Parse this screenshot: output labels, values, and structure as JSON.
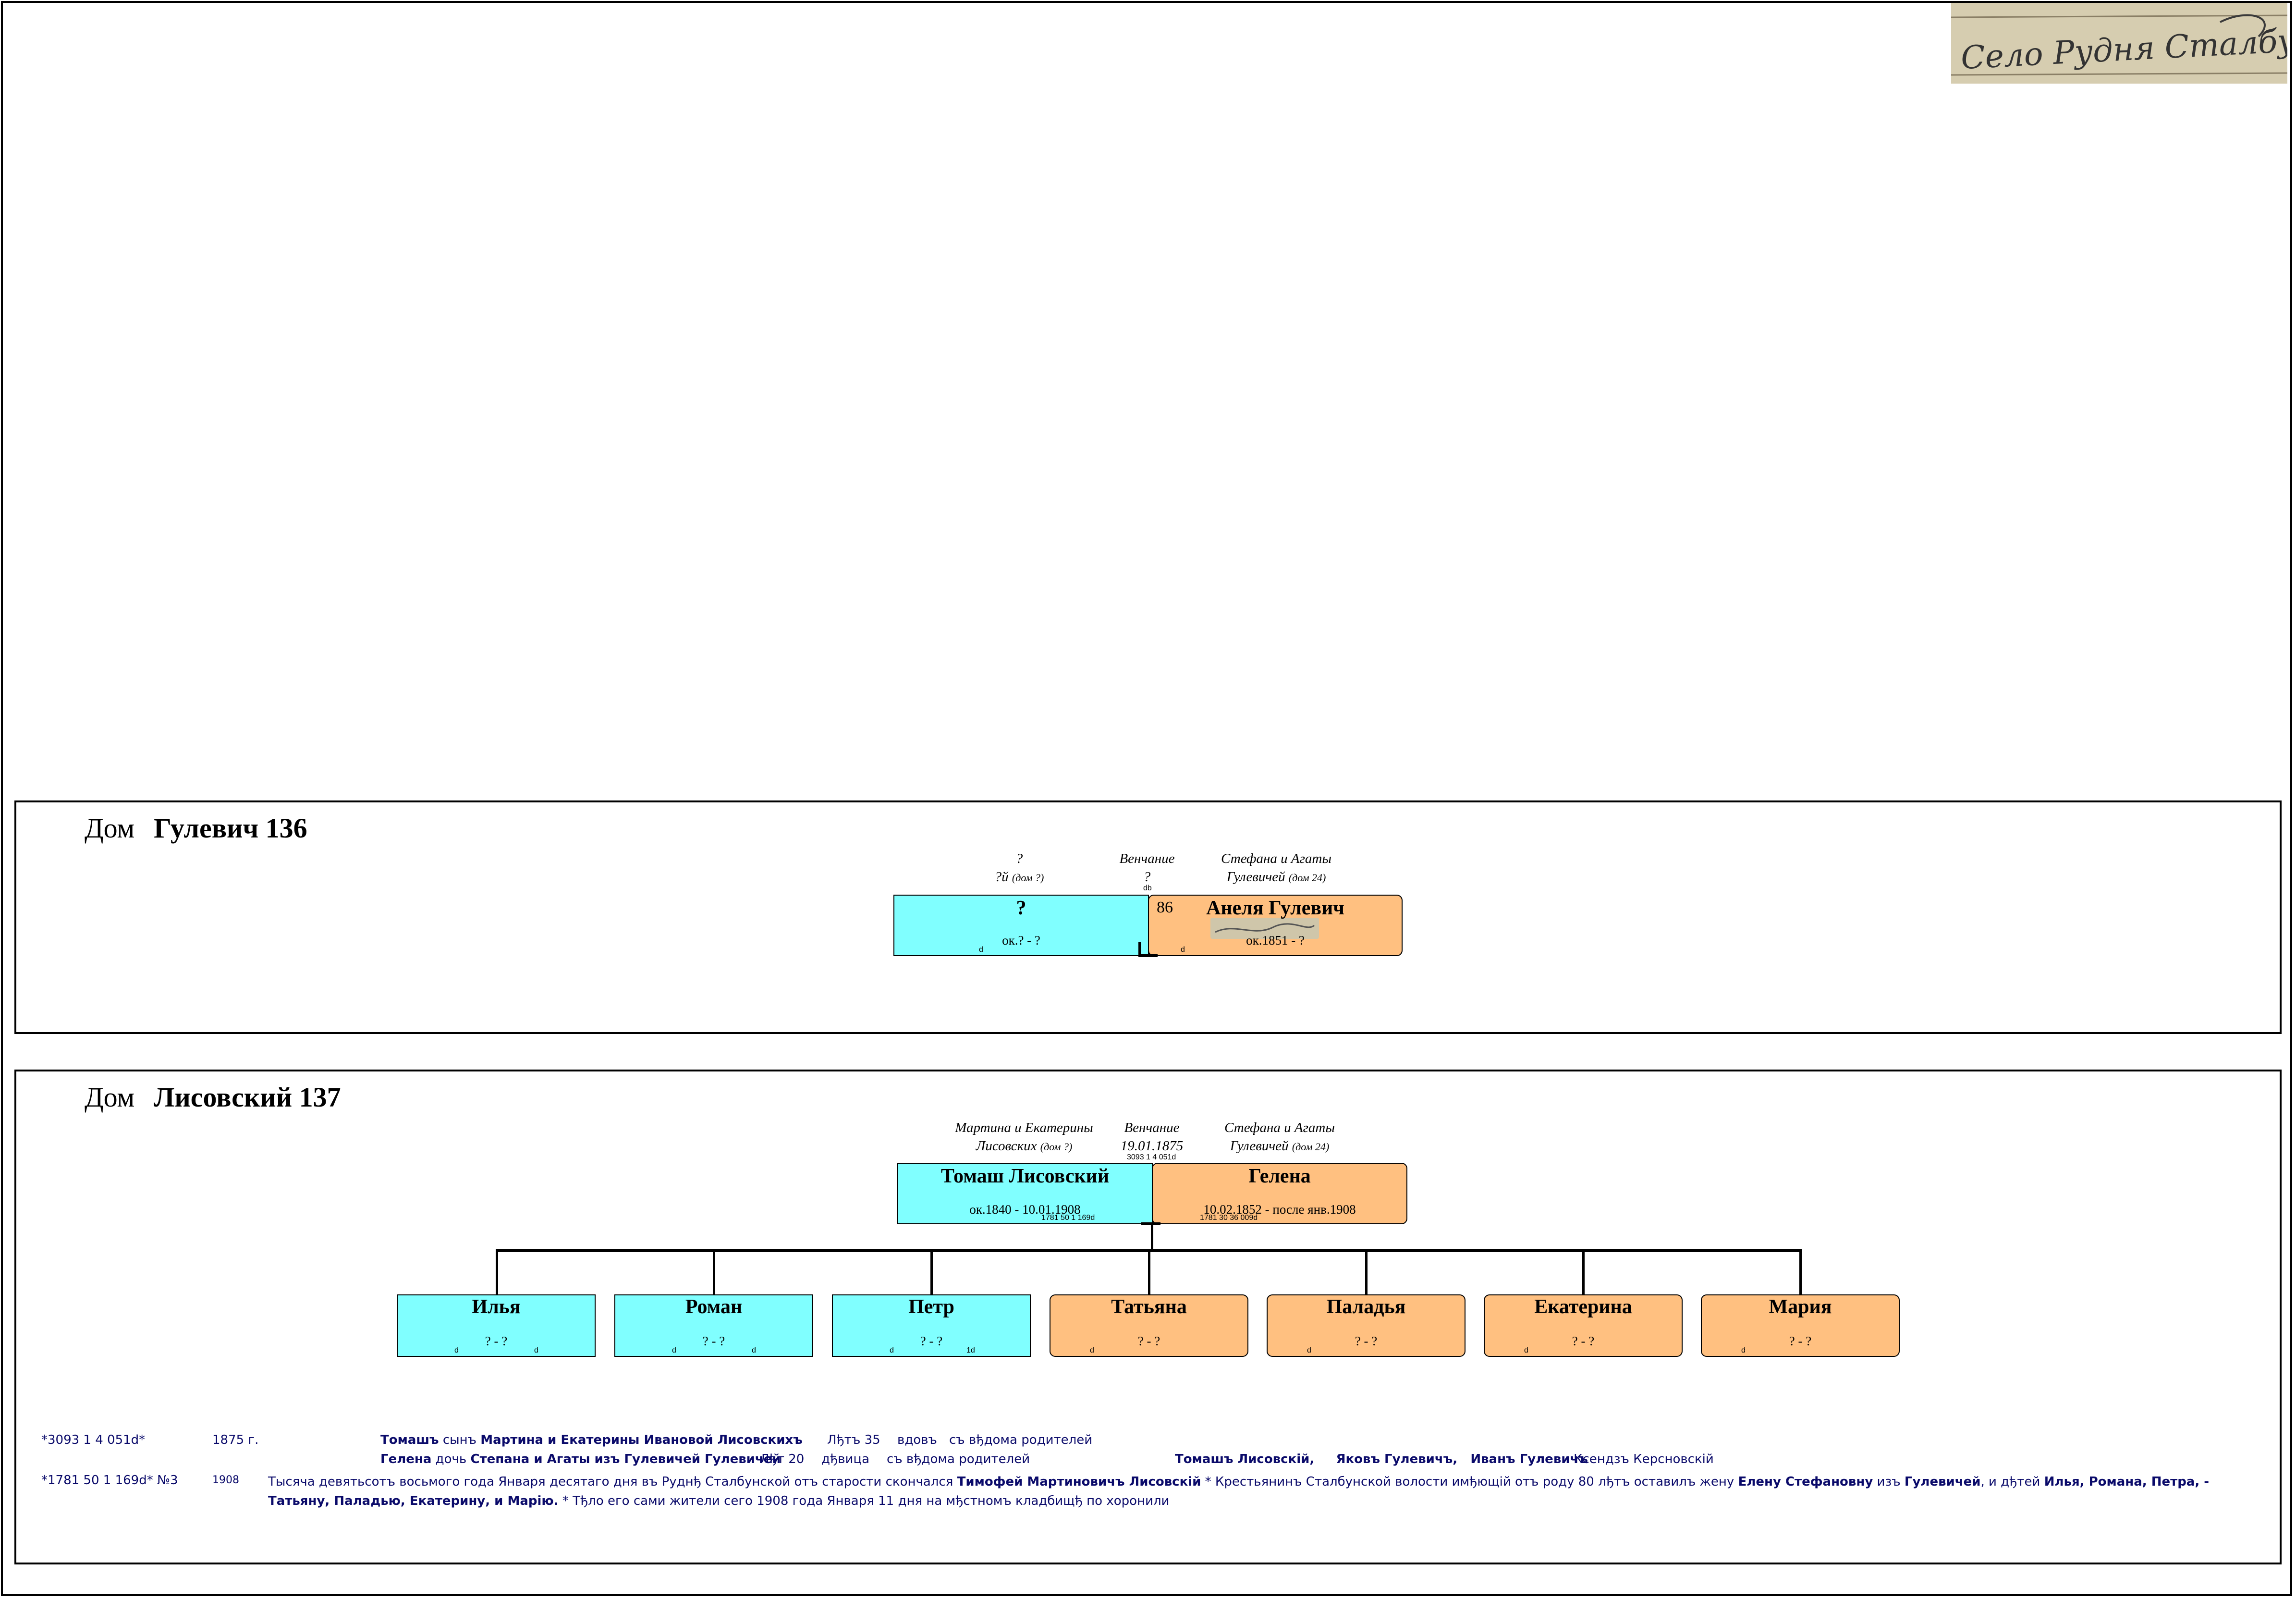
{
  "stamp": {
    "text": "Село Рудня Сталбунька"
  },
  "house1": {
    "dom_label": "Дом",
    "name": "Гулевич 136",
    "husband_parents": {
      "line1": "?",
      "line2": "?й",
      "house": "(дом ?)"
    },
    "wedding": {
      "line1": "Венчание",
      "line2": "?",
      "ref": "db"
    },
    "wife_parents": {
      "line1": "Стефана и Агаты",
      "line2": "Гулевичей",
      "house": "(дом 24)"
    },
    "husband": {
      "name": "?",
      "dates": "ок.? - ?",
      "mark": "d"
    },
    "wife": {
      "name": "Анеля Гулевич",
      "dates": "ок.1851 - ?",
      "mark": "d",
      "number": "86"
    }
  },
  "house2": {
    "dom_label": "Дом",
    "name": "Лисовский 137",
    "husband_parents": {
      "line1": "Мартина и Екатерины",
      "line2": "Лисовских",
      "house": "(дом ?)"
    },
    "wedding": {
      "line1": "Венчание",
      "line2": "19.01.1875",
      "ref": "3093 1 4 051d"
    },
    "wife_parents": {
      "line1": "Стефана и Агаты",
      "line2": "Гулевичей",
      "house": "(дом 24)"
    },
    "husband": {
      "name": "Томаш Лисовский",
      "dates": "ок.1840 - 10.01.1908",
      "ref": "1781 50 1 169d"
    },
    "wife": {
      "name": "Гелена",
      "dates": "10.02.1852 - после янв.1908",
      "ref": "1781 30 36 009d"
    },
    "children": [
      {
        "name": "Илья",
        "dates": "? - ?",
        "sex": "m",
        "mark_left": "d",
        "mark_right": "d"
      },
      {
        "name": "Роман",
        "dates": "? - ?",
        "sex": "m",
        "mark_left": "d",
        "mark_right": "d"
      },
      {
        "name": "Петр",
        "dates": "? - ?",
        "sex": "m",
        "mark_left": "d",
        "mark_right": "1d"
      },
      {
        "name": "Татьяна",
        "dates": "? - ?",
        "sex": "f",
        "mark_left": "d",
        "mark_right": ""
      },
      {
        "name": "Паладья",
        "dates": "? - ?",
        "sex": "f",
        "mark_left": "d",
        "mark_right": ""
      },
      {
        "name": "Екатерина",
        "dates": "? - ?",
        "sex": "f",
        "mark_left": "d",
        "mark_right": ""
      },
      {
        "name": "Мария",
        "dates": "? - ?",
        "sex": "f",
        "mark_left": "d",
        "mark_right": ""
      }
    ]
  },
  "notes": {
    "r1_ref": "*3093 1 4 051d*",
    "r1_year": "1875 г.",
    "r1_groom_name": "Томашъ",
    "r1_groom_mid": "сынъ",
    "r1_groom_parents": "Мартина и Екатерины Ивановой Лисовскихъ",
    "r1_groom_age": "Лђтъ 35",
    "r1_groom_status": "вдовъ",
    "r1_groom_tail": "съ вђдома родителей",
    "r2_bride_name": "Гелена",
    "r2_bride_mid": "дочь",
    "r2_bride_parents": "Степана и Агаты изъ Гулевичей Гулевичей",
    "r2_bride_age": "Лђт 20",
    "r2_bride_status": "дђвица",
    "r2_bride_tail": "съ вђдома родителей",
    "r2_witnesses": "Томашъ Лисовскій,     Яковъ Гулевичъ,   Иванъ Гулевичъ",
    "r2_priest": "Ксендзъ Керсновскій",
    "r3_ref": "*1781 50 1 169d* №3",
    "r3_year": "1908",
    "r3_t1": "Тысяча девятьсотъ восьмого года Января десятаго дня въ Руднђ Сталбунской отъ старости скончался",
    "r3_b1": "Тимофей Мартиновичъ Лисовскій",
    "r3_t2": "* Крестьянинъ Сталбунской волости имђющій отъ роду 80 лђтъ оставилъ жену",
    "r3_b2": "Елену Стефановну",
    "r3_t3": "изъ",
    "r3_b3": "Гулевичей",
    "r3_t4": ", и дђтей",
    "r3_b4": "Илья, Романа, Петра, - Татьяну, Паладью, Екатерину, и Марію.",
    "r3_t5": "* Тђло его сами жители сего 1908 года Января 11 дня на мђстномъ кладбищђ по хоронили"
  }
}
